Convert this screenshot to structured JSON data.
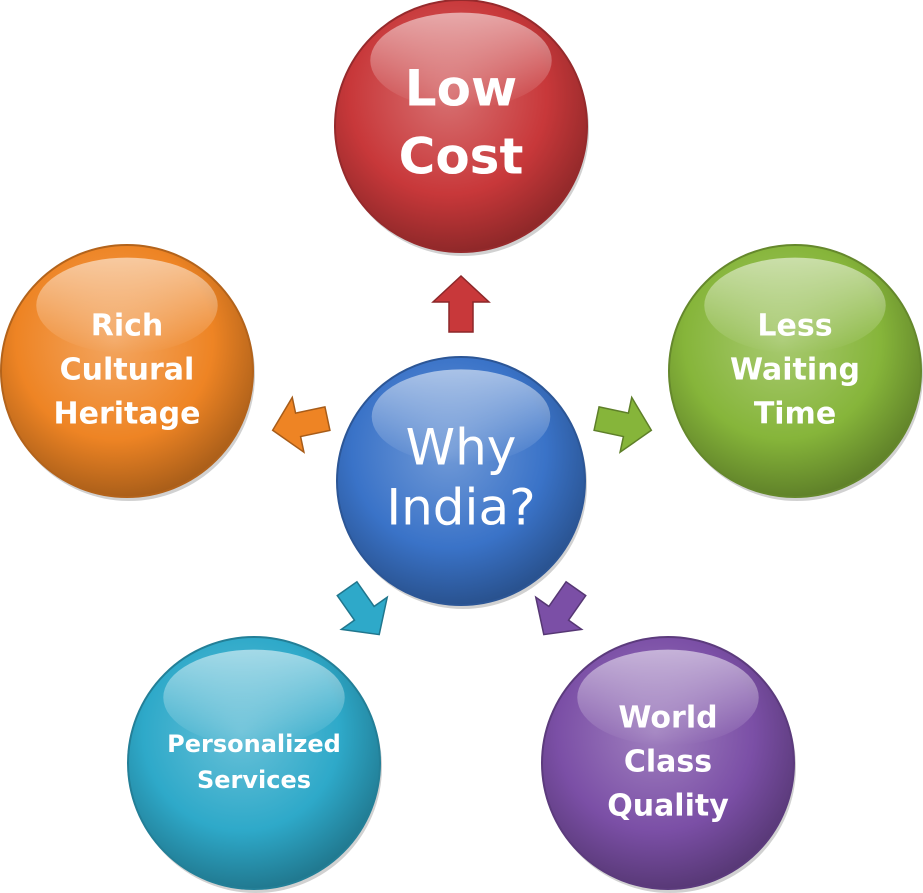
{
  "center": {
    "lines": [
      "Why",
      "India?"
    ],
    "color": "#3a73c8"
  },
  "nodes": [
    {
      "id": "low-cost",
      "lines": [
        "Low",
        "Cost"
      ],
      "color": "#c8383a",
      "arrow_color": "#c8383a"
    },
    {
      "id": "less-waiting-time",
      "lines": [
        "Less",
        "Waiting",
        "Time"
      ],
      "color": "#86b53a",
      "arrow_color": "#86b53a"
    },
    {
      "id": "world-class-quality",
      "lines": [
        "World",
        "Class",
        "Quality"
      ],
      "color": "#7b4fa6",
      "arrow_color": "#7b4fa6"
    },
    {
      "id": "personalized-services",
      "lines": [
        "Personalized",
        "Services"
      ],
      "color": "#2ea9c9",
      "arrow_color": "#2ea9c9"
    },
    {
      "id": "rich-cultural-heritage",
      "lines": [
        "Rich",
        "Cultural",
        "Heritage"
      ],
      "color": "#ee8424",
      "arrow_color": "#ee8424"
    }
  ]
}
